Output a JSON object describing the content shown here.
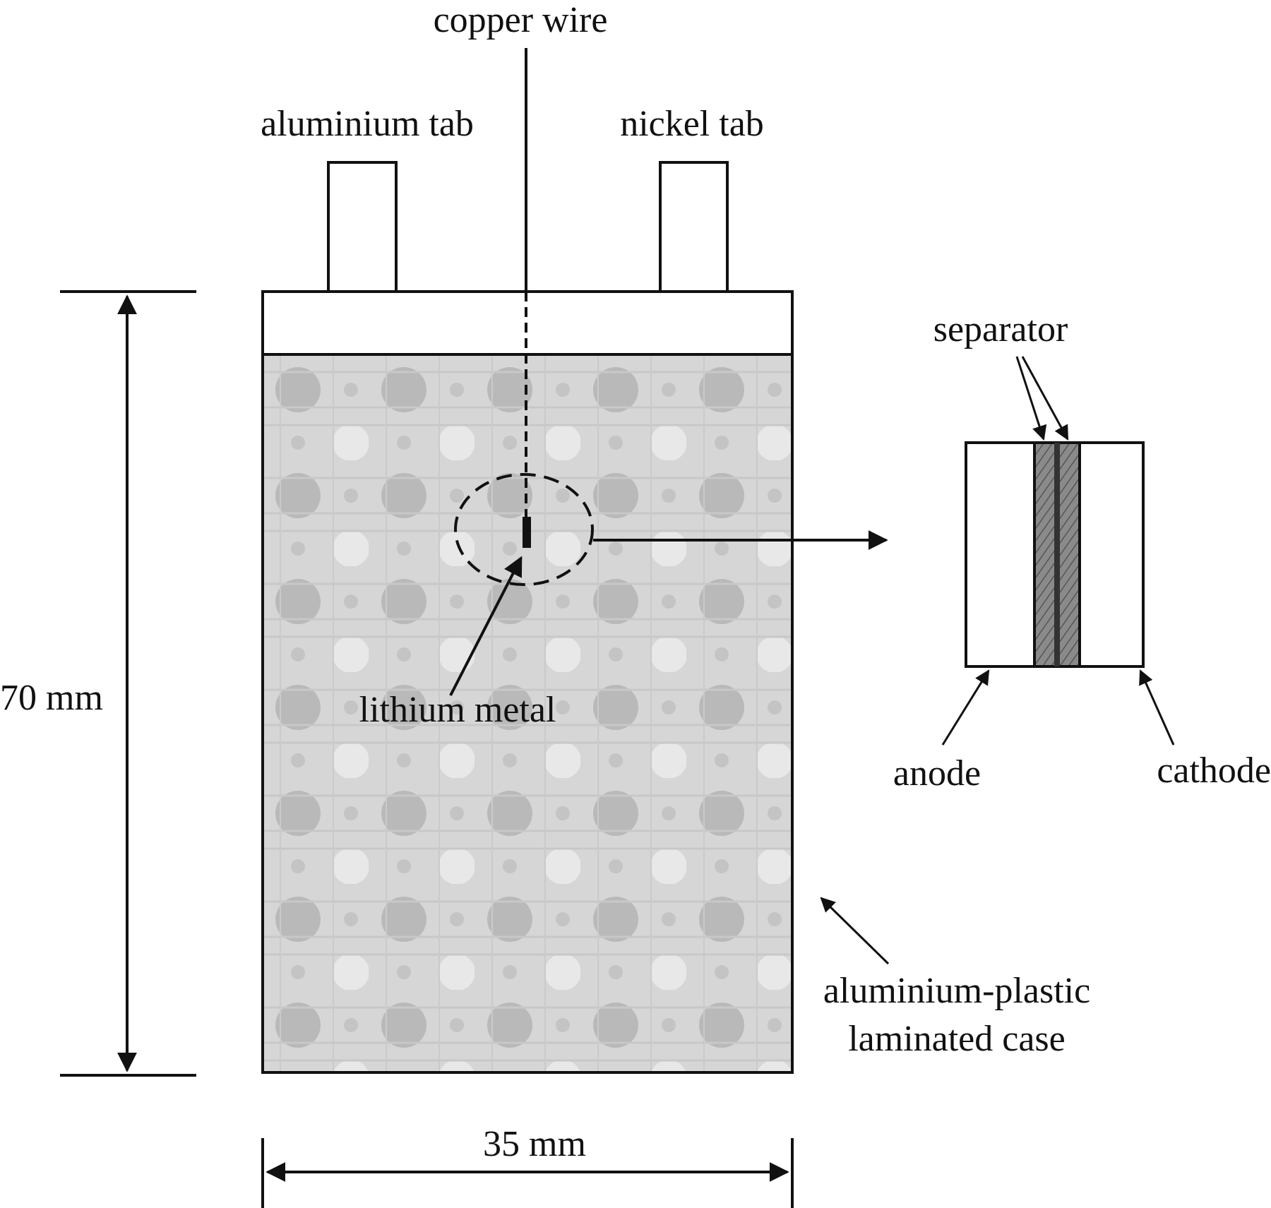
{
  "labels": {
    "copper_wire": "copper wire",
    "aluminium_tab": "aluminium tab",
    "nickel_tab": "nickel tab",
    "separator": "separator",
    "height_dim": "70 mm",
    "lithium_metal": "lithium metal",
    "anode": "anode",
    "cathode": "cathode",
    "case_line1": "aluminium-plastic",
    "case_line2": "laminated case",
    "width_dim": "35 mm"
  },
  "colors": {
    "stroke": "#111111",
    "case_fill": "#d4d4d4",
    "case_pattern_dark": "#b3b3b3",
    "case_pattern_light": "#e6e6e6",
    "separator_fill": "#8a8a8a",
    "lithium_fill": "#111111"
  }
}
